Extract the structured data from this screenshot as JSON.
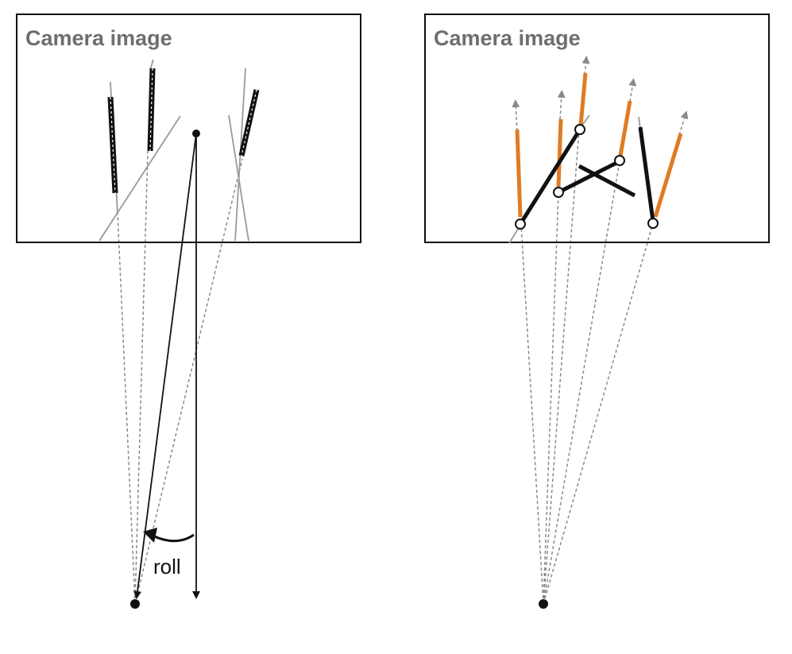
{
  "left_panel": {
    "title": "Camera image",
    "roll_label": "roll"
  },
  "right_panel": {
    "title": "Camera image"
  },
  "colors": {
    "orange": "#e07b24",
    "black": "#111111",
    "grey": "#9a9a9a",
    "title_grey": "#6e6e6e"
  }
}
